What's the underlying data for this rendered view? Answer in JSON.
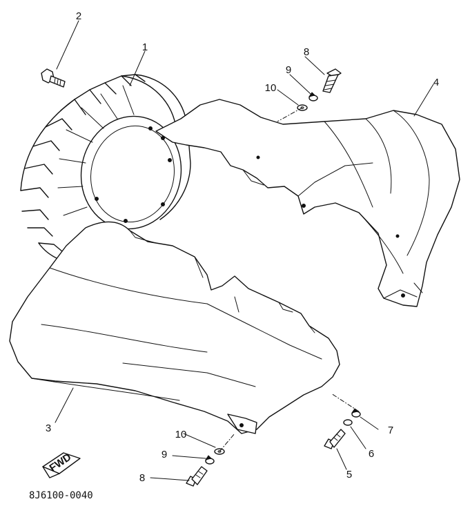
{
  "diagram": {
    "callouts": [
      {
        "id": "c1",
        "text": "1"
      },
      {
        "id": "c2",
        "text": "2"
      },
      {
        "id": "c3",
        "text": "3"
      },
      {
        "id": "c4",
        "text": "4"
      },
      {
        "id": "c5",
        "text": "5"
      },
      {
        "id": "c6",
        "text": "6"
      },
      {
        "id": "c7",
        "text": "7"
      },
      {
        "id": "c8a",
        "text": "8"
      },
      {
        "id": "c8b",
        "text": "8"
      },
      {
        "id": "c9a",
        "text": "9"
      },
      {
        "id": "c9b",
        "text": "9"
      },
      {
        "id": "c10a",
        "text": "10"
      },
      {
        "id": "c10b",
        "text": "10"
      }
    ],
    "direction_badge": "FWD",
    "drawing_code": "8J6100-0040"
  },
  "colors": {
    "ink": "#111111",
    "paper": "#ffffff"
  }
}
